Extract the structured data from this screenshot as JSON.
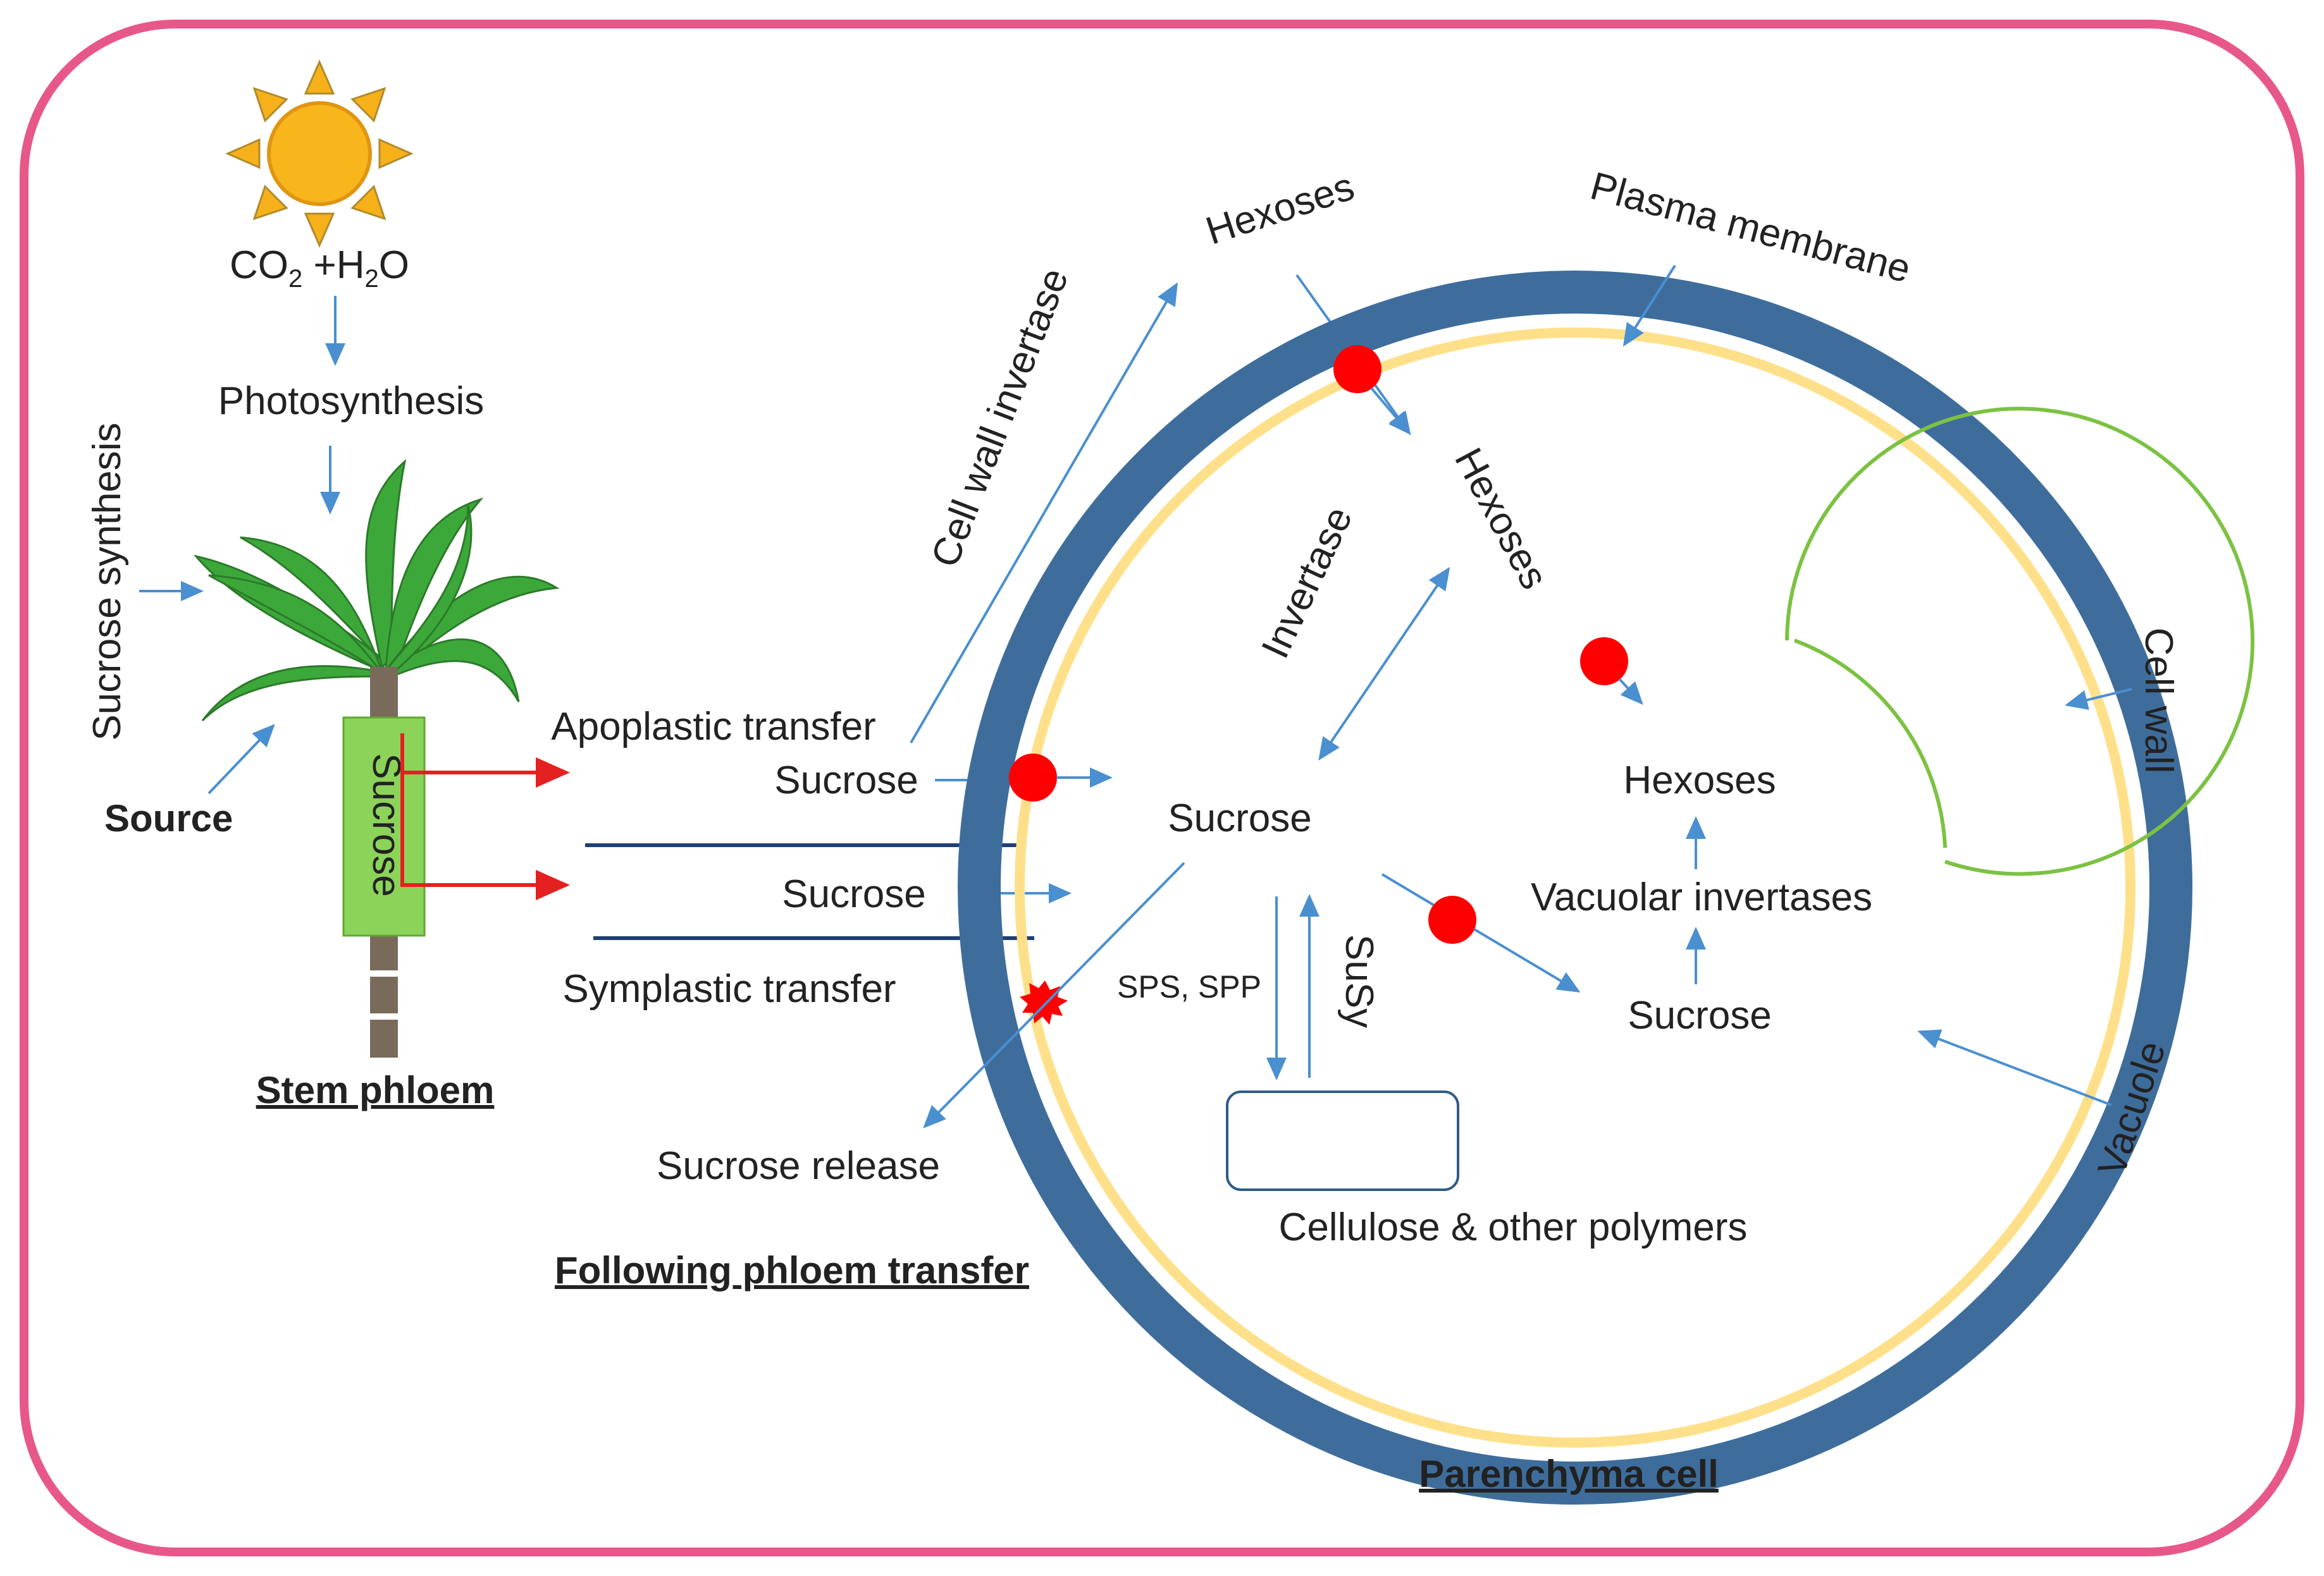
{
  "colors": {
    "frame": "#e8578a",
    "cell_wall": "#3e6d9c",
    "plasma_membrane": "#ffe08a",
    "vacuole": "#7cc242",
    "transporter": "#ff0000",
    "arrow": "#4a8fd0",
    "red_arrow": "#e52020",
    "phloem_line": "#1f3f73",
    "leaf": "#3da83a",
    "stem": "#7a6a5a",
    "sucrose_box": "#8cd35a",
    "sun": "#f6b11a"
  },
  "icons": {
    "sun": "sun-icon",
    "plant": "sugarcane-plant-icon",
    "transporter": "transporter-dot-icon",
    "release_site": "starburst-icon"
  },
  "labels": {
    "co2_h2o": {
      "co": "CO",
      "sub2": "2",
      "plus_h": " +H",
      "subh2": "2",
      "o": "O"
    },
    "photosynthesis": "Photosynthesis",
    "sucrose_synthesis": "Sucrose synthesis",
    "source": "Source",
    "stem_sucrose": "Sucrose",
    "stem_phloem": "Stem phloem",
    "apoplastic_transfer": "Apoplastic transfer",
    "sucrose_apoplastic": "Sucrose",
    "sucrose_phloem": "Sucrose",
    "symplastic_transfer": "Symplastic transfer",
    "sucrose_release": "Sucrose release",
    "following_phloem_transfer": "Following phloem transfer",
    "cell_wall_invertase": "Cell wall invertase",
    "hexoses_outer": "Hexoses",
    "plasma_membrane": "Plasma membrane",
    "hexoses_inner": "Hexoses",
    "invertase": "Invertase",
    "sucrose_cytosol": "Sucrose",
    "sps_spp": "SPS, SPP",
    "susy": "SuSy",
    "hexoses_vacuole": "Hexoses",
    "vacuolar_invertases": "Vacuolar invertases",
    "sucrose_vacuole": "Sucrose",
    "cellulose": "Cellulose & other polymers",
    "cell_wall": "Cell wall",
    "vacuole": "Vacuole",
    "parenchyma_cell": "Parenchyma cell"
  }
}
